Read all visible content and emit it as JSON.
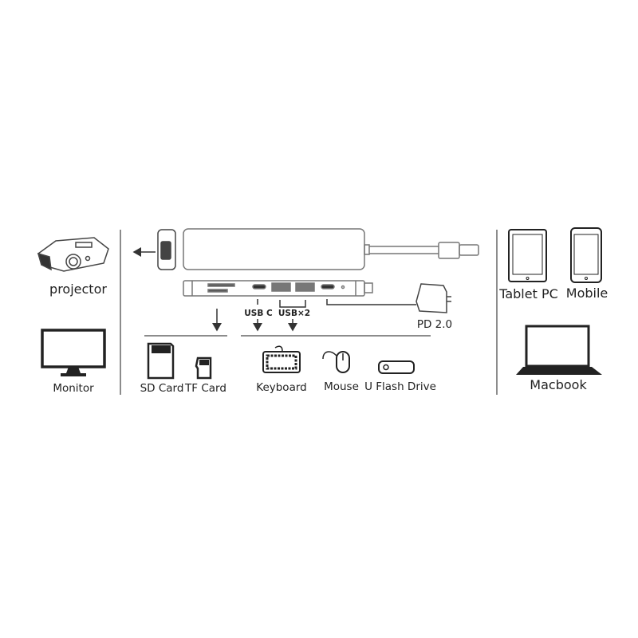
{
  "labels": {
    "projector": "projector",
    "monitor": "Monitor",
    "sd_card": "SD Card",
    "tf_card": "TF Card",
    "usb_c": "USB C",
    "usb_x2": "USB×2",
    "pd": "PD 2.0",
    "keyboard": "Keyboard",
    "mouse": "Mouse",
    "flash_drive": "U Flash Drive",
    "tablet": "Tablet PC",
    "mobile": "Mobile",
    "macbook": "Macbook"
  },
  "colors": {
    "line": "#555555",
    "device": "#333333",
    "hub": "#777777"
  }
}
